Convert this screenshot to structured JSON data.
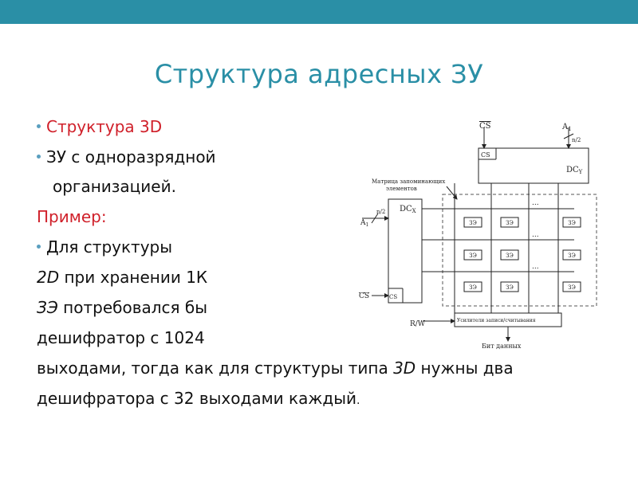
{
  "slide": {
    "title": "Структура адресных ЗУ",
    "bullet1": "Структура 3D",
    "bullet2_line1": "ЗУ с одноразрядной",
    "bullet2_line2": "организацией.",
    "example_label": "Пример:",
    "bullet3": "Для структуры",
    "l5_it": "2D",
    "l5_rest": " при хранении 1К",
    "l6_it": "ЗЭ",
    "l6_rest": " потребовался бы",
    "l7": "дешифратор с 1024",
    "l8_a": "выходами, тогда как для структуры типа ",
    "l8_it": "3D",
    "l8_b": " нужны два",
    "l9_a": "дешифратора с 32 выходами каждый",
    "l9_b": "."
  },
  "diagram": {
    "cs_top": "CS",
    "a1_top": "A",
    "a1_top_sub": "1",
    "n2_top": "n/2",
    "cs_box_top": "CS",
    "dcy": "DC",
    "dcy_sub": "Y",
    "matrix_label_1": "Матрица запоминающих",
    "matrix_label_2": "элементов",
    "a1_left": "A",
    "a1_left_sub": "1",
    "n2_left": "n/2",
    "dcx": "DC",
    "dcx_sub": "X",
    "cs_left": "CS",
    "cs_box_left": "CS",
    "cell": "ЗЭ",
    "dots": "...",
    "rw": "R/W",
    "amp": "Усилители записи/считывания",
    "data_bit": "Бит данных"
  }
}
